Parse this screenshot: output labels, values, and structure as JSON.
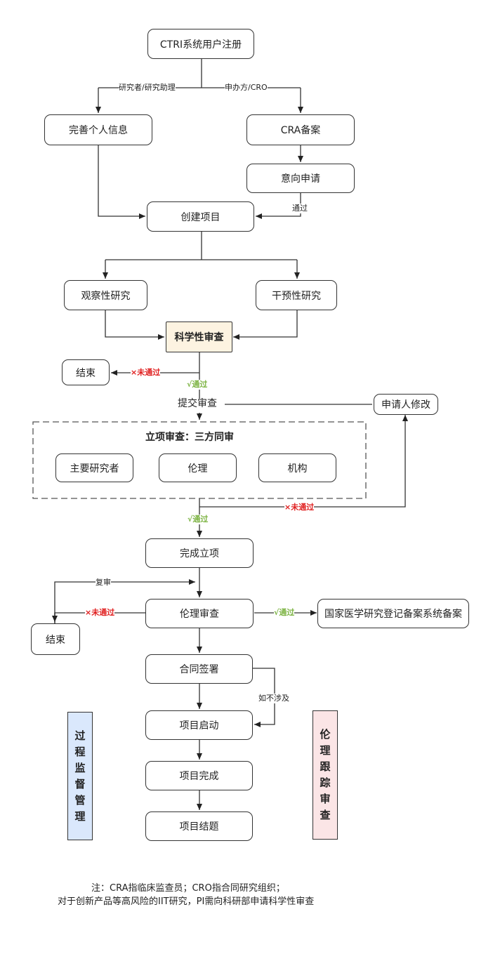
{
  "nodes": {
    "register": "CTRI系统用户注册",
    "complete_info": "完善个人信息",
    "cra_filing": "CRA备案",
    "intent_apply": "意向申请",
    "create_project": "创建项目",
    "observational": "观察性研究",
    "interventional": "干预性研究",
    "scientific_review": "科学性审查",
    "end_1": "结束",
    "submit_review": "提交审查",
    "applicant_modify": "申请人修改",
    "three_party_title": "立项审查：三方同审",
    "pi": "主要研究者",
    "ethics": "伦理",
    "institution": "机构",
    "project_done": "完成立项",
    "ethics_review": "伦理审查",
    "end_2": "结束",
    "registry": "国家医学研究登记备案系统备案",
    "contract": "合同签署",
    "start": "项目启动",
    "complete": "项目完成",
    "closure": "项目结题"
  },
  "edges": {
    "researcher": "研究者/研究助理",
    "sponsor": "申办方/CRO",
    "pass_label": "通过",
    "pass_ok_1": "√通过",
    "fail_1": "×未通过",
    "pass_ok_2": "√通过",
    "fail_2": "×未通过",
    "re_review": "复审",
    "fail_3": "×未通过",
    "pass_ok_3": "√通过",
    "if_not_involved": "如不涉及"
  },
  "side_bars": {
    "left": [
      "过",
      "程",
      "监",
      "督",
      "管",
      "理"
    ],
    "right": [
      "伦",
      "理",
      "跟",
      "踪",
      "审",
      "查"
    ],
    "left_color": "#dae8fc",
    "right_color": "#fbe5e6"
  },
  "notes": {
    "line1": "注：CRA指临床监查员；CRO指合同研究组织；",
    "line2": "对于创新产品等高风险的IIT研究，PI需向科研部申请科学性审查"
  }
}
